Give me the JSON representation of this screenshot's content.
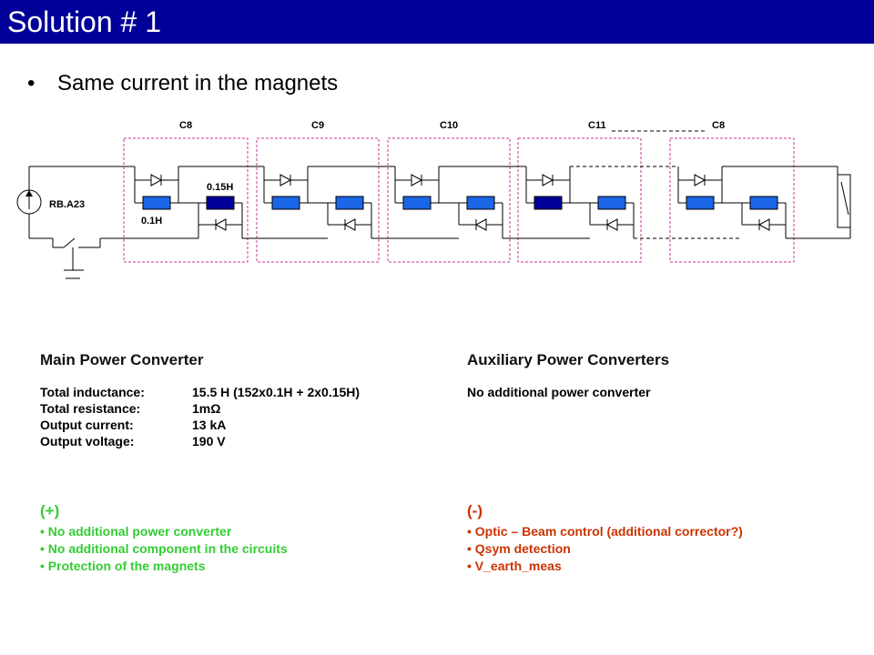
{
  "header": {
    "title": "Solution # 1"
  },
  "bullet": {
    "marker": "•",
    "text": "Same current in the magnets"
  },
  "diagram": {
    "cell_labels": [
      "C8",
      "C9",
      "C10",
      "C11",
      "C8"
    ],
    "source_label": "RB.A23",
    "inductance_labels": {
      "small": "0.1H",
      "large": "0.15H"
    },
    "colors": {
      "dipole": "#1a66e6",
      "dipole_dark": "#000099",
      "dashed_box": "#cc3399"
    }
  },
  "main_pc": {
    "heading": "Main Power Converter",
    "specs": [
      {
        "key": "Total inductance:",
        "value": "15.5 H (152x0.1H + 2x0.15H)"
      },
      {
        "key": "Total resistance:",
        "value": "1mΩ"
      },
      {
        "key": "Output current:",
        "value": "13 kA"
      },
      {
        "key": "Output voltage:",
        "value": "190 V"
      }
    ]
  },
  "aux_pc": {
    "heading": "Auxiliary Power Converters",
    "text": "No additional power converter"
  },
  "pros": {
    "heading": "(+)",
    "color": "#33cc33",
    "items": [
      "• No additional power converter",
      "• No additional component in the circuits",
      "• Protection of the magnets"
    ]
  },
  "cons": {
    "heading": "(-)",
    "color": "#cc3300",
    "items": [
      "• Optic – Beam control (additional corrector?)",
      "• Qsym detection",
      "• V_earth_meas"
    ]
  }
}
